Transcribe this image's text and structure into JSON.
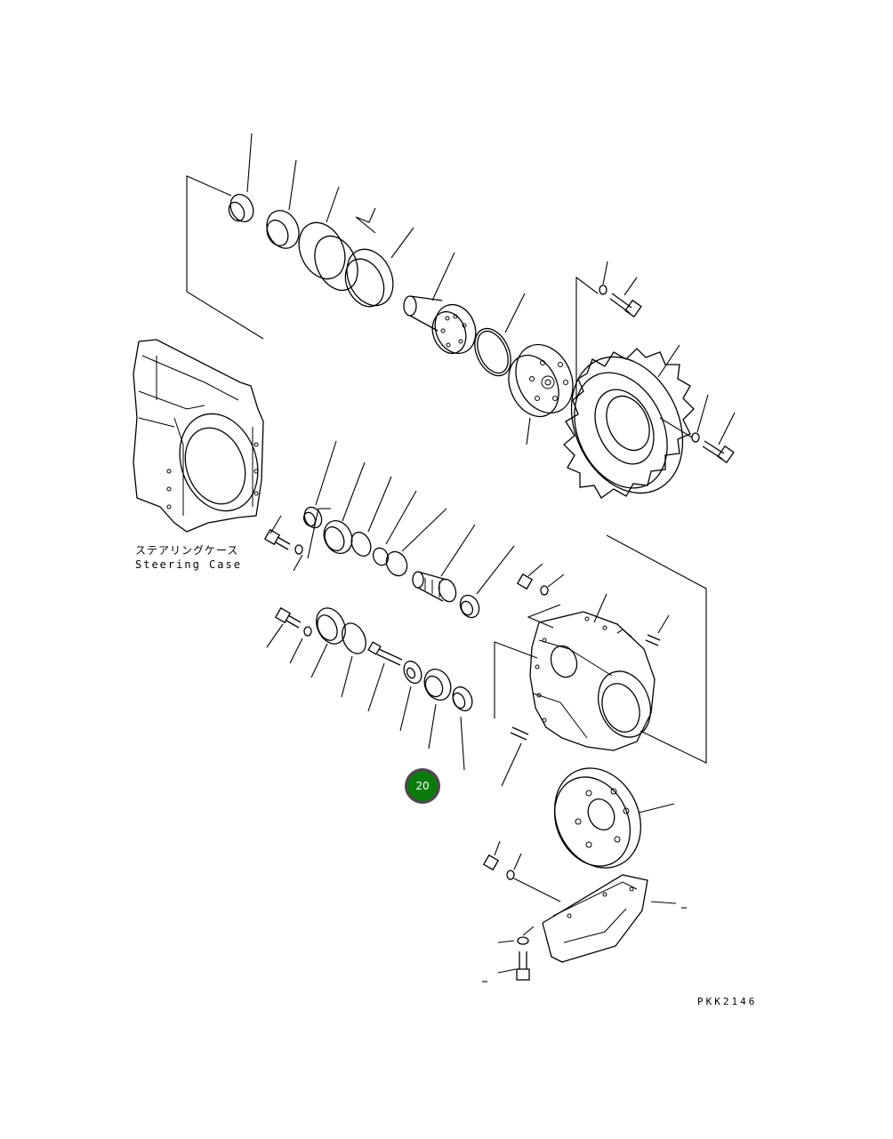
{
  "diagram": {
    "steering_case_label_jp": "ステアリングケース",
    "steering_case_label_en": "Steering Case",
    "drawing_code": "PKK2146"
  },
  "callout": {
    "number": "20",
    "color": "#0a7a0a"
  }
}
